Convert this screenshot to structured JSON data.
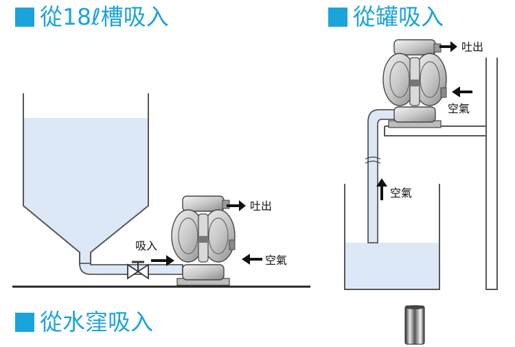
{
  "headings": {
    "from_18l_tank": "從18ℓ槽吸入",
    "from_can": "從罐吸入",
    "from_sump": "從水窪吸入"
  },
  "labels": {
    "discharge_1": "吐出",
    "suction_1": "吸入",
    "air_1": "空氣",
    "discharge_2": "吐出",
    "air_2": "空氣",
    "air_3": "空氣"
  },
  "colors": {
    "accent": "#1ba3dc",
    "liquid": "#dce8f6",
    "outline": "#555555"
  },
  "icons": [
    "arrow-right-icon",
    "arrow-left-icon",
    "arrow-up-icon",
    "valve-icon",
    "pipe-segment-icon"
  ]
}
